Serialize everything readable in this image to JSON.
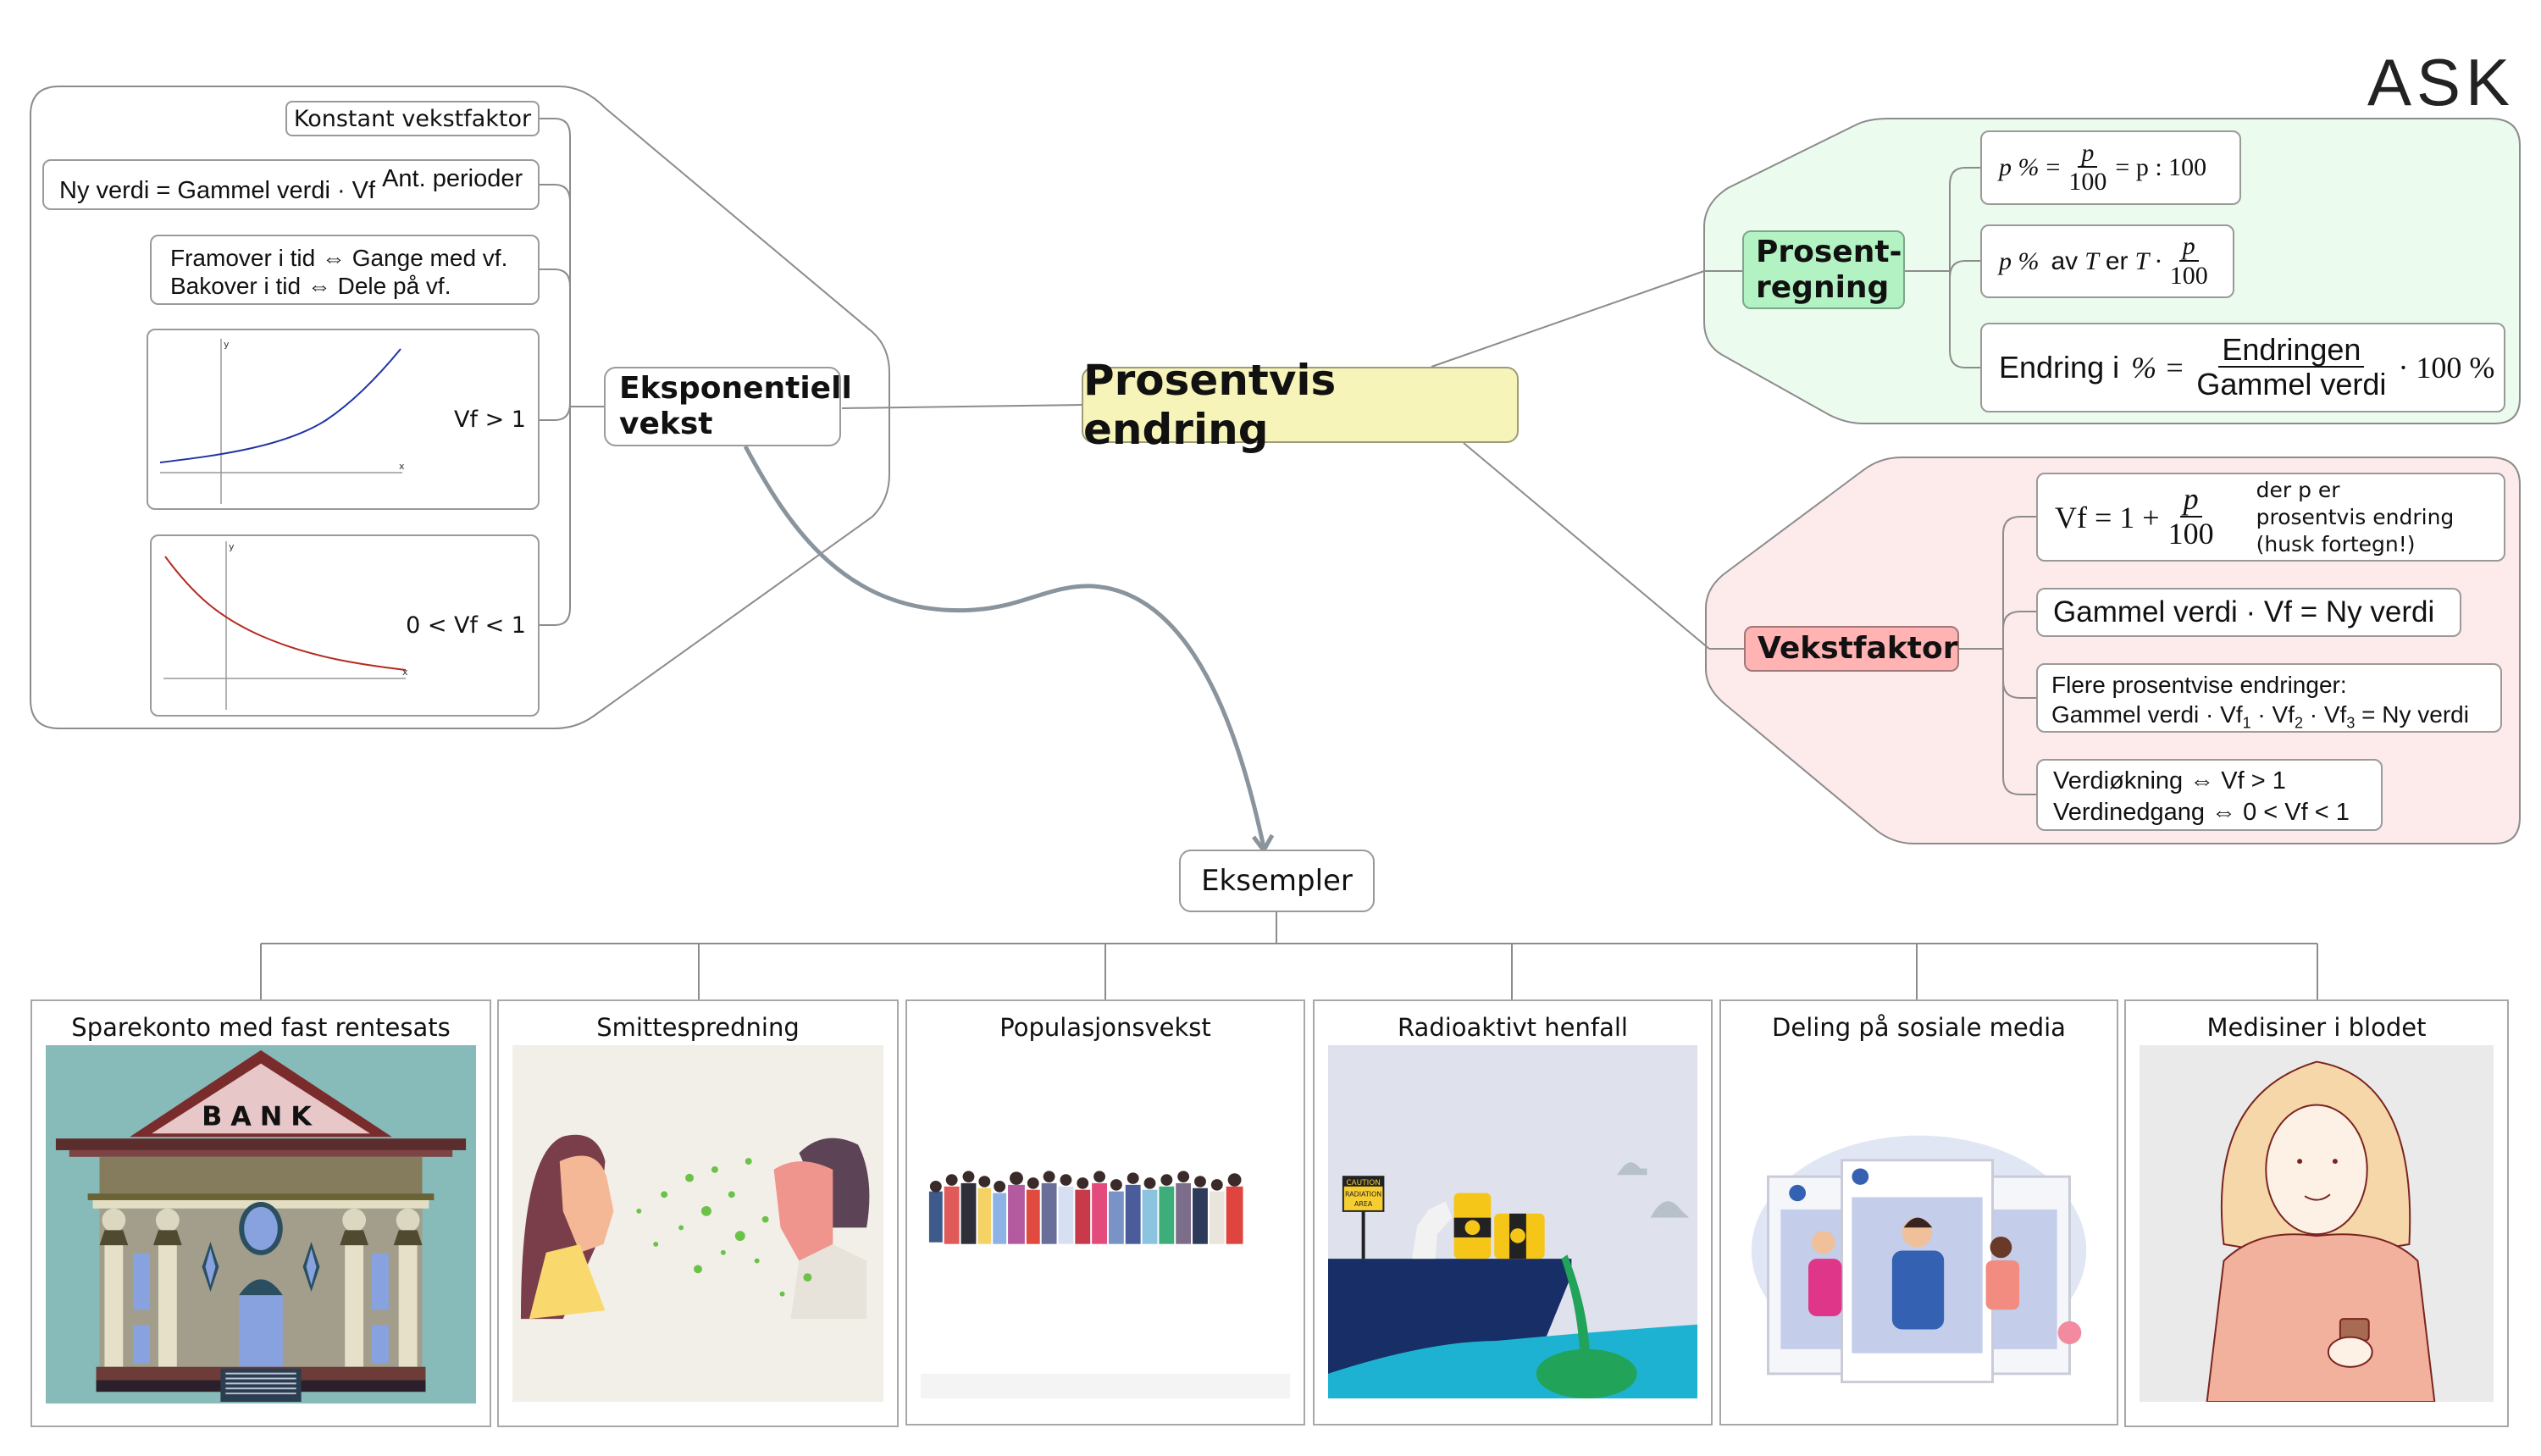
{
  "logo": "ASK",
  "central": {
    "title": "Prosentvis endring"
  },
  "colors": {
    "central_fill": "#f6f4b8",
    "green_panel": "#ebfbee",
    "green_node": "#b3f2c2",
    "red_panel": "#fdeaea",
    "red_node": "#ffb3b3",
    "connector": "#8c8c8c",
    "arrow": "#8a949c",
    "growth_curve": "#1f33a3",
    "decay_curve": "#b52a22"
  },
  "eksponentiell": {
    "title_line1": "Eksponentiell",
    "title_line2": "vekst",
    "items": {
      "konstant": "Konstant vekstfaktor",
      "ny_verdi": "Ny verdi = Gammel verdi · Vf",
      "ny_verdi_exponent": "Ant. perioder",
      "framover": "Framover i tid ⇔ Gange med vf.",
      "bakover": "Bakover i tid ⇔ Dele på vf.",
      "growth_label": "Vf > 1",
      "decay_label": "0 < Vf < 1",
      "axis_x": "x",
      "axis_y": "y"
    }
  },
  "prosentregning": {
    "title_line1": "Prosent-",
    "title_line2": "regning",
    "f1": {
      "lhs": "p %",
      "eq": "=",
      "num": "p",
      "den": "100",
      "rhs": "= p : 100"
    },
    "f2": {
      "lhs": "p %",
      "mid": "av",
      "t1": "T",
      "er": "er",
      "t2": "T ·",
      "num": "p",
      "den": "100"
    },
    "f3": {
      "lhs": "Endring i",
      "pct": "% =",
      "num": "Endringen",
      "den": "Gammel verdi",
      "rhs": "· 100 %"
    }
  },
  "vekstfaktor": {
    "title": "Vekstfaktor",
    "vf_formula": {
      "lhs": "Vf = 1 +",
      "num": "p",
      "den": "100"
    },
    "vf_note": [
      "der p er",
      "prosentvis endring",
      "(husk fortegn!)"
    ],
    "gammel": "Gammel verdi · Vf = Ny verdi",
    "flere_line1": "Flere prosentvise endringer:",
    "flere_line2": {
      "a": "Gammel verdi · Vf",
      "s1": "1",
      "b": " · Vf",
      "s2": "2",
      "c": " · Vf",
      "s3": "3",
      "d": " = Ny verdi"
    },
    "okning": "Verdiøkning ⇔ Vf > 1",
    "nedgang": "Verdinedgang ⇔ 0 < Vf < 1"
  },
  "eksempler": {
    "title": "Eksempler",
    "cards": [
      {
        "title": "Sparekonto med fast rentesats",
        "image": "bank-illustration",
        "sign": "BANK"
      },
      {
        "title": "Smittespredning",
        "image": "virus-spread-illustration"
      },
      {
        "title": "Populasjonsvekst",
        "image": "crowd-illustration"
      },
      {
        "title": "Radioaktivt henfall",
        "image": "radioactive-barrels-illustration",
        "sign_line1": "CAUTION",
        "sign_line2": "RADIATION",
        "sign_line3": "AREA"
      },
      {
        "title": "Deling på sosiale media",
        "image": "social-media-illustration"
      },
      {
        "title": "Medisiner i blodet",
        "image": "medicine-illustration"
      }
    ]
  }
}
